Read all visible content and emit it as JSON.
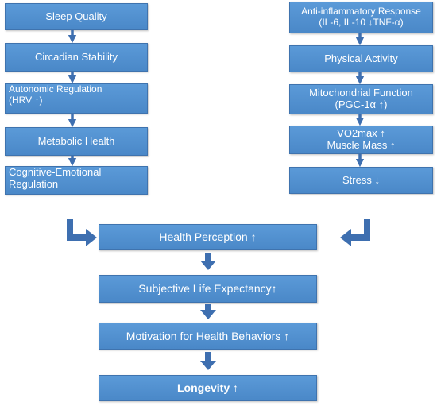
{
  "left_column": [
    {
      "line1": "Sleep Quality",
      "line2": ""
    },
    {
      "line1": "Circadian Stability",
      "line2": ""
    },
    {
      "line1": "Autonomic Regulation",
      "line2": "(HRV ↑)"
    },
    {
      "line1": "Metabolic Health",
      "line2": ""
    },
    {
      "line1": "Cognitive-Emotional",
      "line2": "Regulation"
    }
  ],
  "right_column": [
    {
      "line1": "Anti-inflammatory Response",
      "line2": "(IL-6, IL-10 ↓TNF-α)"
    },
    {
      "line1": "Physical Activity",
      "line2": ""
    },
    {
      "line1": "Mitochondrial Function",
      "line2": "(PGC-1α ↑)"
    },
    {
      "line1": "VO2max ↑",
      "line2": "Muscle Mass ↑"
    },
    {
      "line1": "Stress ↓",
      "line2": ""
    }
  ],
  "center_column": [
    {
      "label": "Health Perception ↑"
    },
    {
      "label": "Subjective Life Expectancy↑"
    },
    {
      "label": "Motivation for Health Behaviors ↑"
    },
    {
      "label": "Longevity ↑"
    }
  ],
  "colors": {
    "box_fill": "#5b9ad8",
    "box_border": "#3f73ae",
    "arrow": "#3e6fb0",
    "text": "#ffffff"
  }
}
